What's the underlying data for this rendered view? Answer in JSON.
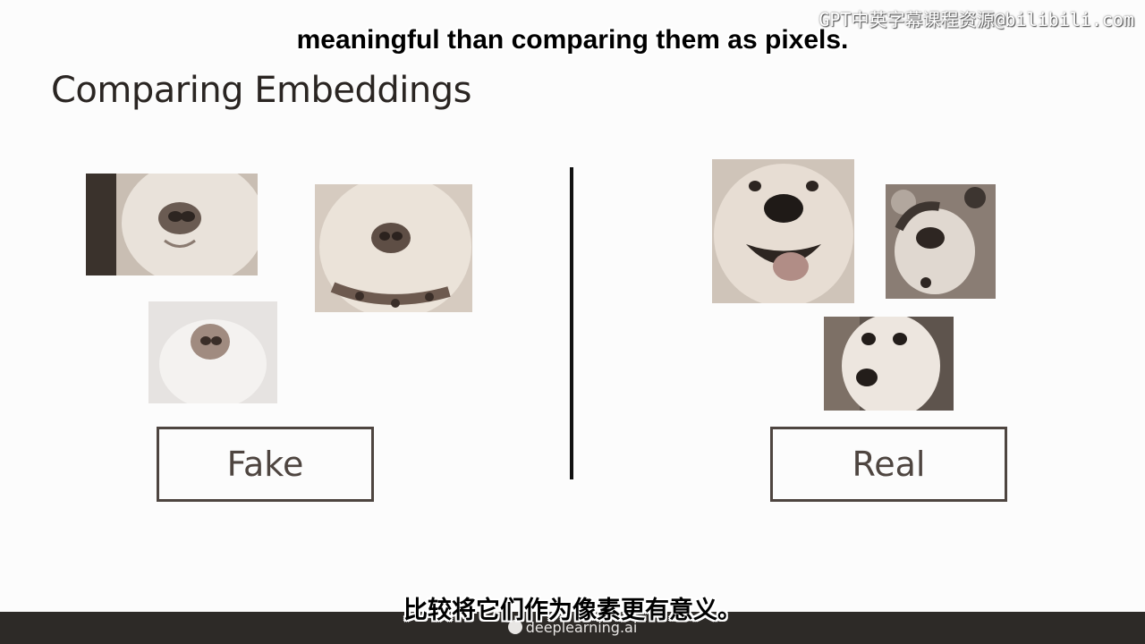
{
  "slide": {
    "title": "Comparing Embeddings",
    "fake_label": "Fake",
    "real_label": "Real"
  },
  "subtitles": {
    "english": "meaningful than comparing them as pixels.",
    "chinese": "比较将它们作为像素更有意义。"
  },
  "watermark": "GPT中英字幕课程资源@bilibili.com",
  "footer": {
    "brand": "deeplearning.ai"
  },
  "images": {
    "fake": [
      "dog-nose-closeup-1",
      "fluffy-dog-face",
      "white-dog-nose"
    ],
    "real": [
      "smiling-labrador",
      "bulldog-profile",
      "white-small-dog"
    ]
  },
  "colors": {
    "title_text": "#2a2522",
    "box_border": "#4e4540",
    "divider": "#111111",
    "footer_bar": "#2d2a27"
  }
}
